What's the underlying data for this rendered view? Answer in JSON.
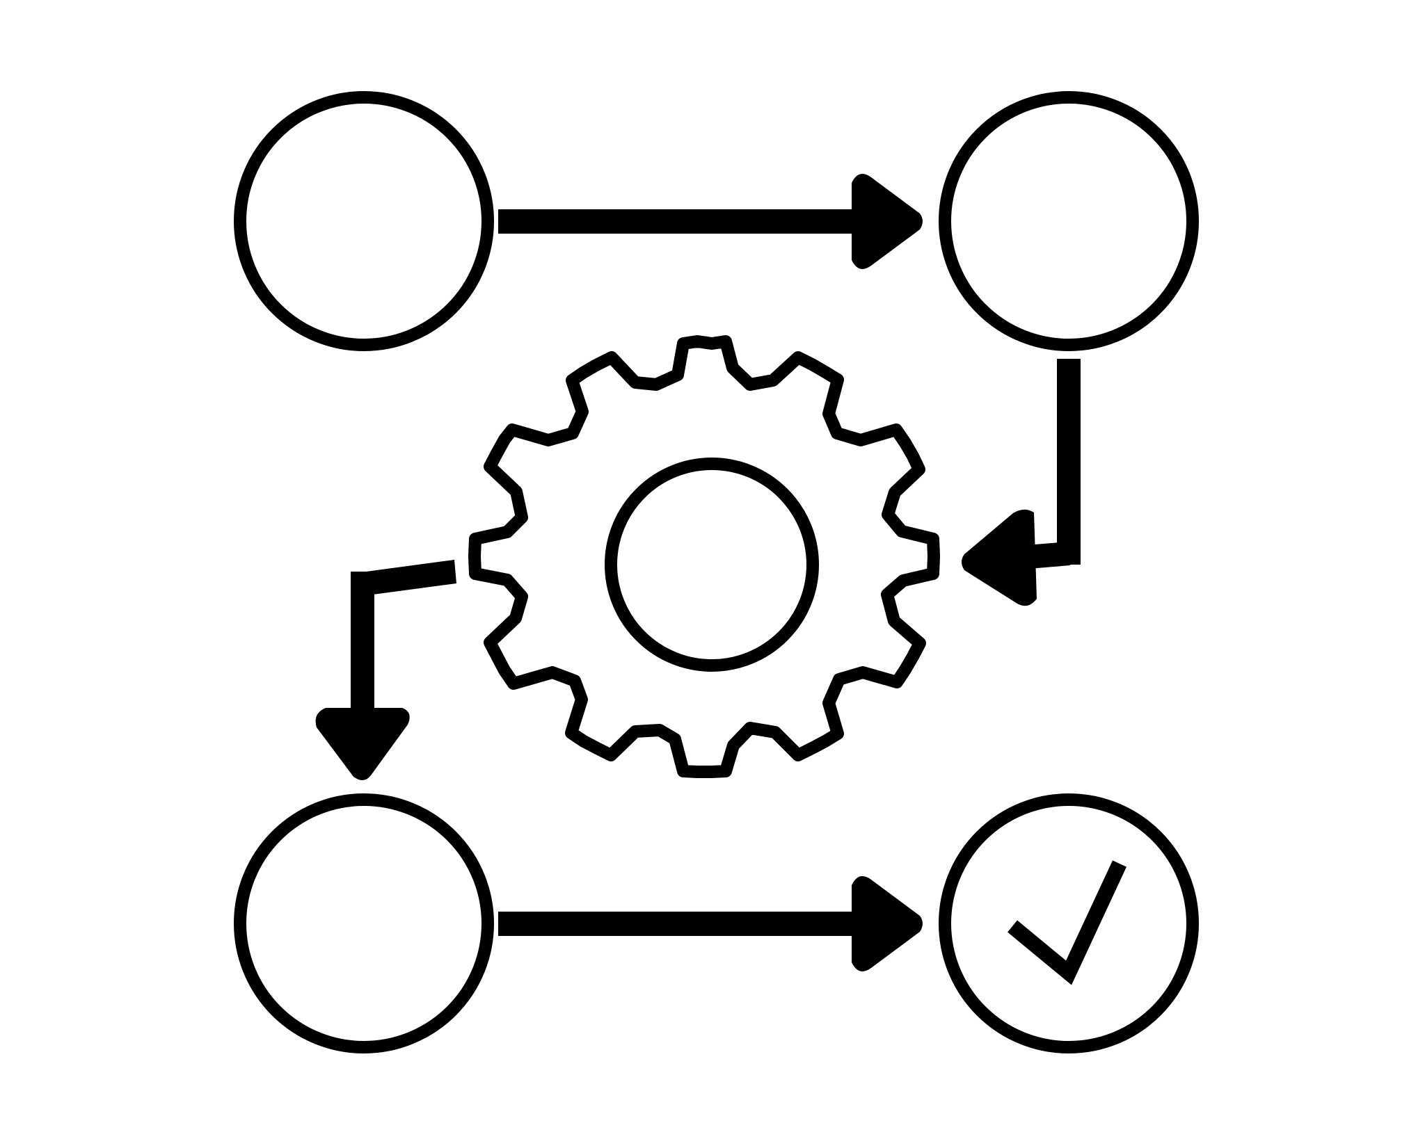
{
  "colors": {
    "background": "#ffffff",
    "stroke": "#000000"
  },
  "diagram": {
    "nodes": [
      {
        "id": "step-1",
        "icon": "empty-circle"
      },
      {
        "id": "step-2",
        "icon": "empty-circle"
      },
      {
        "id": "step-3",
        "icon": "empty-circle"
      },
      {
        "id": "step-4",
        "icon": "checkmark-circle"
      }
    ],
    "center_icon": "gear-icon",
    "edges": [
      {
        "from": "step-1",
        "to": "step-2"
      },
      {
        "from": "step-2",
        "to": "gear"
      },
      {
        "from": "gear",
        "to": "step-3"
      },
      {
        "from": "step-3",
        "to": "step-4"
      }
    ]
  }
}
